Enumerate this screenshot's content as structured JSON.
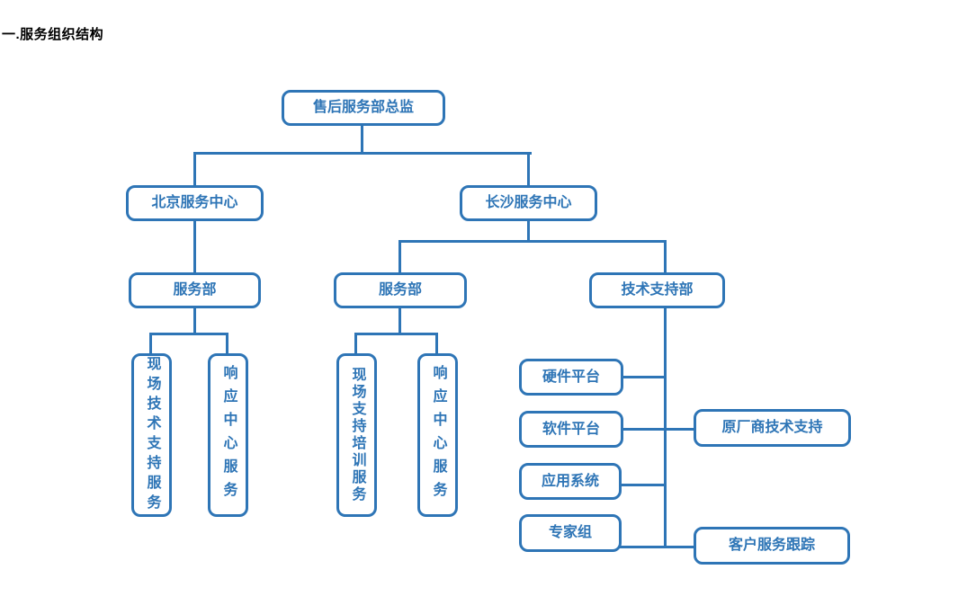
{
  "page": {
    "title": "一.服务组织结构"
  },
  "diagram": {
    "accent_color": "#2E75B6",
    "background_color": "#FFFFFF",
    "nodes": {
      "director": {
        "label": "售后服务部总监"
      },
      "beijing_center": {
        "label": "北京服务中心"
      },
      "changsha_center": {
        "label": "长沙服务中心"
      },
      "beijing_service_dept": {
        "label": "服务部"
      },
      "changsha_service_dept": {
        "label": "服务部"
      },
      "tech_support_dept": {
        "label": "技术支持部"
      },
      "onsite_tech_support_service": {
        "label": "现场技术支持服务",
        "orientation": "vertical"
      },
      "response_center_service_beijing": {
        "label": "响应中心服务",
        "orientation": "vertical"
      },
      "onsite_support_training_service": {
        "label": "现场支持培训服务",
        "orientation": "vertical"
      },
      "response_center_service_changsha": {
        "label": "响应中心服务",
        "orientation": "vertical"
      },
      "hardware_platform": {
        "label": "硬件平台"
      },
      "software_platform": {
        "label": "软件平台"
      },
      "application_system": {
        "label": "应用系统"
      },
      "expert_group": {
        "label": "专家组"
      },
      "oem_tech_support": {
        "label": "原厂商技术支持"
      },
      "customer_service_tracking": {
        "label": "客户服务跟踪"
      }
    }
  }
}
